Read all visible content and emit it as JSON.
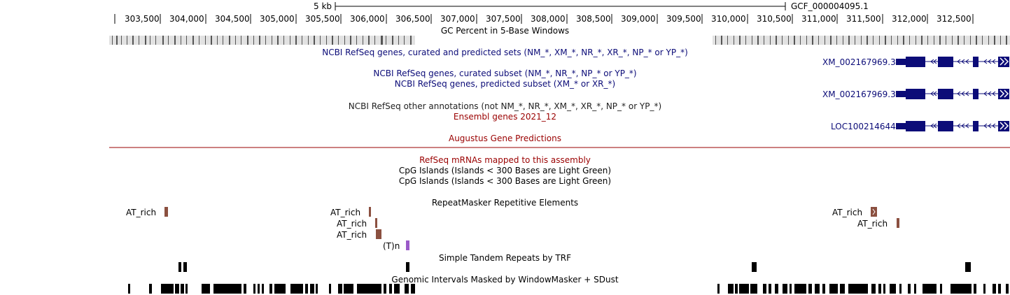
{
  "scale": {
    "label": "5 kb",
    "assembly": "GCF_000004095.1"
  },
  "ruler": {
    "ticks": [
      "303,500",
      "304,000",
      "304,500",
      "305,000",
      "305,500",
      "306,000",
      "306,500",
      "307,000",
      "307,500",
      "308,000",
      "308,500",
      "309,000",
      "309,500",
      "310,000",
      "310,500",
      "311,000",
      "311,500",
      "312,000",
      "312,500"
    ]
  },
  "tracks": {
    "gc_percent": "GC Percent in 5-Base Windows",
    "refseq_all": "NCBI RefSeq genes, curated and predicted sets (NM_*, XM_*, NR_*, XR_*, NP_* or YP_*)",
    "refseq_curated": "NCBI RefSeq genes, curated subset (NM_*, NR_*, NP_* or YP_*)",
    "refseq_predicted": "NCBI RefSeq genes, predicted subset (XM_* or XR_*)",
    "refseq_other": "NCBI RefSeq other annotations (not NM_*, NR_*, XM_*, XR_*, NP_* or YP_*)",
    "ensembl": "Ensembl genes 2021_12",
    "augustus": "Augustus Gene Predictions",
    "refseq_mrna": "RefSeq mRNAs mapped to this assembly",
    "cpg1": "CpG Islands (Islands < 300 Bases are Light Green)",
    "cpg2": "CpG Islands (Islands < 300 Bases are Light Green)",
    "repeatmasker": "RepeatMasker Repetitive Elements",
    "trf": "Simple Tandem Repeats by TRF",
    "windowmasker": "Genomic Intervals Masked by WindowMasker + SDust"
  },
  "genes": {
    "refseq_all_gene": "XM_002167969.3",
    "refseq_pred_gene": "XM_002167969.3",
    "ensembl_gene": "LOC100214644"
  },
  "repeats": {
    "r1": "AT_rich",
    "r2": "AT_rich",
    "r3": "AT_rich",
    "r4": "AT_rich",
    "r5": "(T)n",
    "r6": "AT_rich",
    "r7": "AT_rich"
  },
  "colors": {
    "gene": "#0c0c78",
    "ensembl_label": "#9a0000",
    "repeat_brown": "#8b5040",
    "repeat_purple": "#9a5ac8"
  }
}
